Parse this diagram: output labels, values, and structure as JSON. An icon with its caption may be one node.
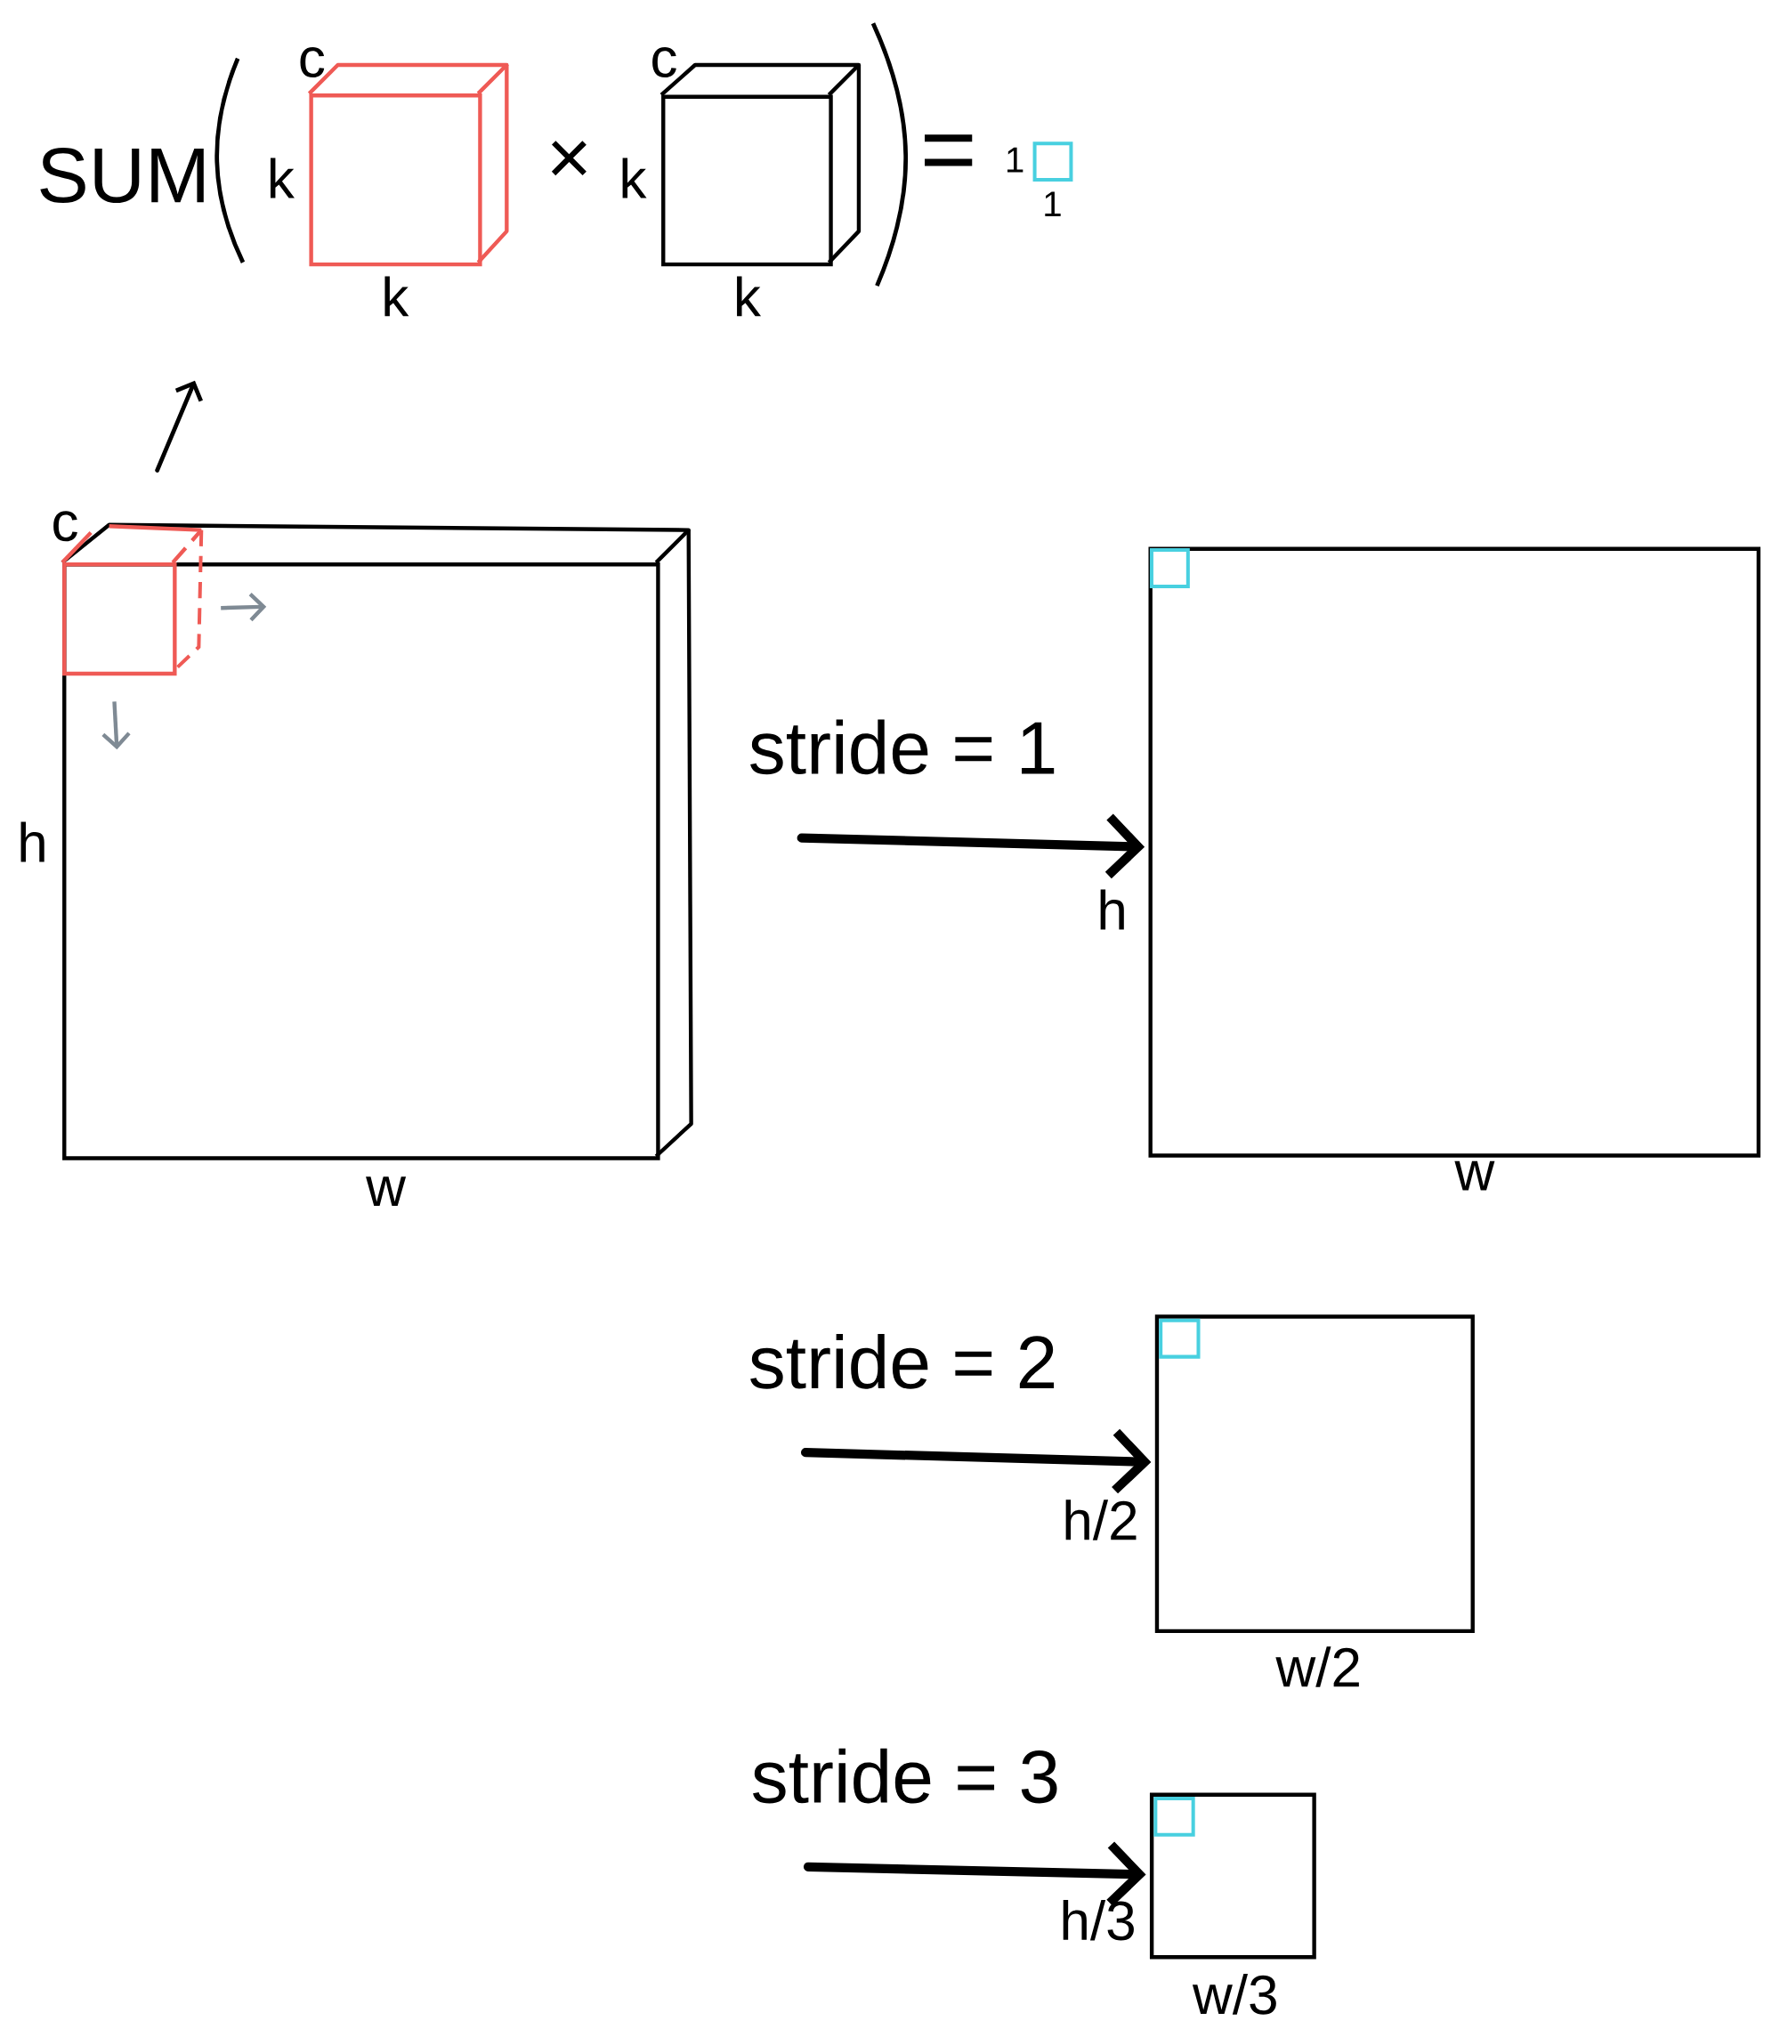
{
  "diagram": {
    "nodes": [
      {
        "text": [],
        "shape": "box",
        "beside": [
          "c",
          "h",
          "w"
        ]
      },
      {
        "text": [],
        "shape": "box",
        "in": 0
      },
      {
        "text": [],
        "shape": "box",
        "beside": [
          "c",
          "k",
          "k"
        ]
      },
      {
        "text": [],
        "shape": "box",
        "beside": [
          "c",
          "k",
          "k"
        ]
      },
      {
        "text": [],
        "shape": "box",
        "beside": [
          "1",
          "1"
        ]
      },
      {
        "text": [],
        "shape": "box",
        "beside": [
          "h",
          "w"
        ]
      },
      {
        "text": [],
        "shape": "box",
        "in": 5
      },
      {
        "text": [],
        "shape": "box",
        "beside": [
          "h/2",
          "w/2"
        ]
      },
      {
        "text": [],
        "shape": "box",
        "in": 7
      },
      {
        "text": [],
        "shape": "box",
        "beside": [
          "h/3",
          "w/3"
        ]
      },
      {
        "text": [],
        "shape": "box",
        "in": 9
      }
    ],
    "edges": [
      {
        "from": 1,
        "to": 2,
        "arrow": "to"
      },
      {
        "from": null,
        "to": 5,
        "arrow": "to",
        "label": "stride = 1"
      },
      {
        "from": null,
        "to": 7,
        "arrow": "to",
        "label": "stride = 2"
      },
      {
        "from": null,
        "to": 9,
        "arrow": "to",
        "label": "stride = 3"
      }
    ],
    "labels": [
      "SUM",
      "×",
      "="
    ]
  }
}
